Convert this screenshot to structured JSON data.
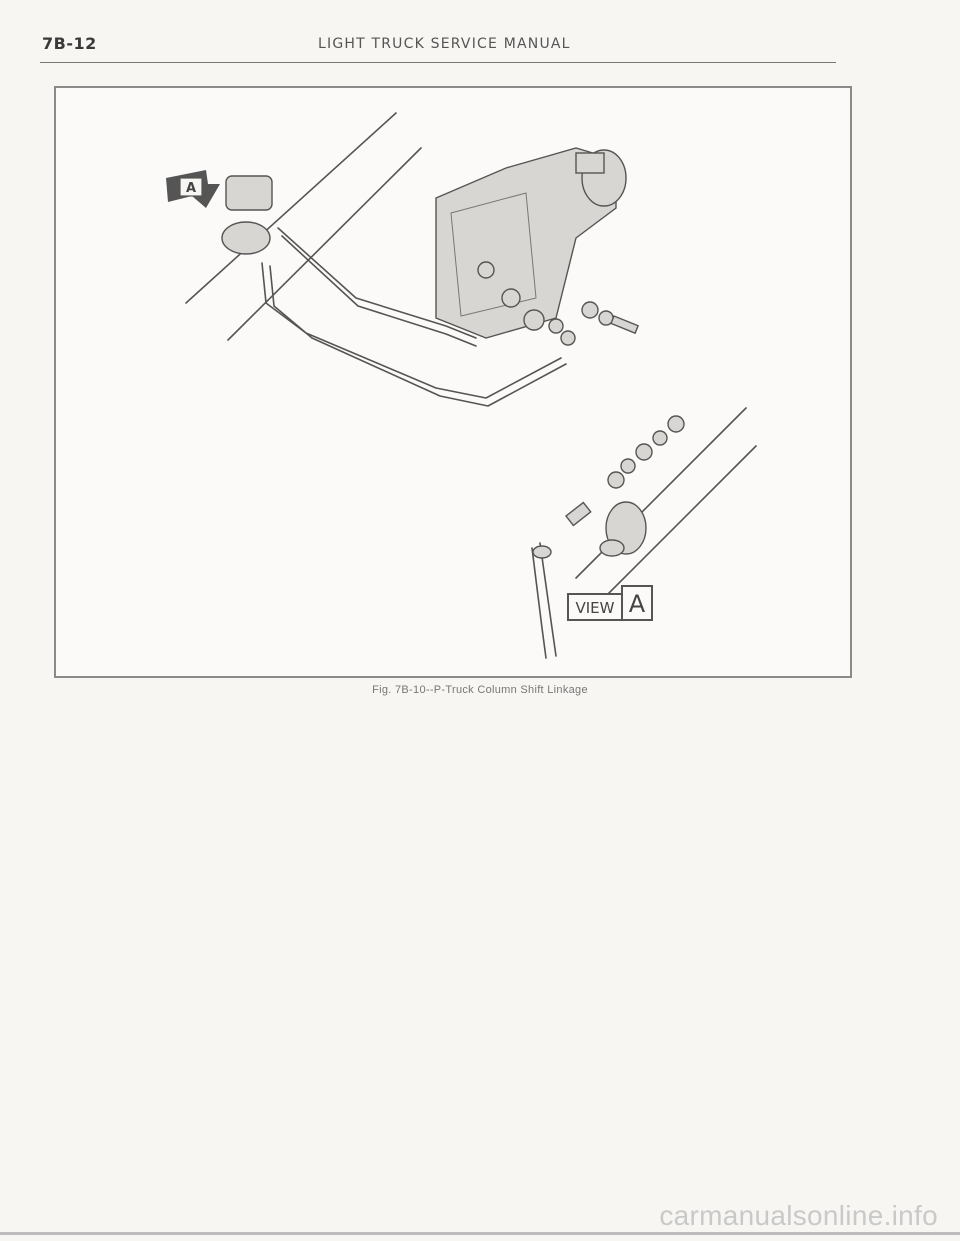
{
  "header": {
    "page_number": "7B-12",
    "running_head": "LIGHT TRUCK SERVICE MANUAL"
  },
  "figure": {
    "callout_label": "A",
    "view_word": "VIEW",
    "view_letter": "A",
    "caption": "Fig. 7B-10--P-Truck Column Shift Linkage"
  },
  "footer": {
    "watermark": "carmanualsonline.info"
  }
}
